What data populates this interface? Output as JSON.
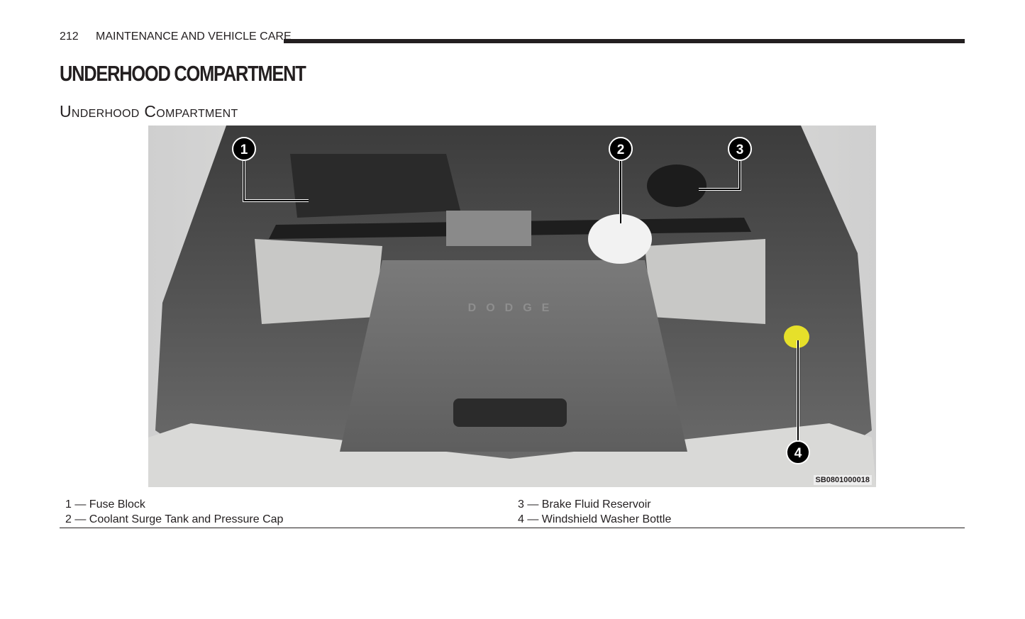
{
  "header": {
    "page_number": "212",
    "section": "MAINTENANCE AND VEHICLE CARE"
  },
  "title": "UNDERHOOD COMPARTMENT",
  "subtitle": "Underhood Compartment",
  "figure": {
    "id": "SB0801000018",
    "brand_text": "DODGE",
    "callouts": [
      "1",
      "2",
      "3",
      "4"
    ]
  },
  "legend": [
    "1 — Fuse Block",
    "2 — Coolant Surge Tank and Pressure Cap",
    "3 — Brake Fluid Reservoir",
    "4 — Windshield Washer Bottle"
  ]
}
